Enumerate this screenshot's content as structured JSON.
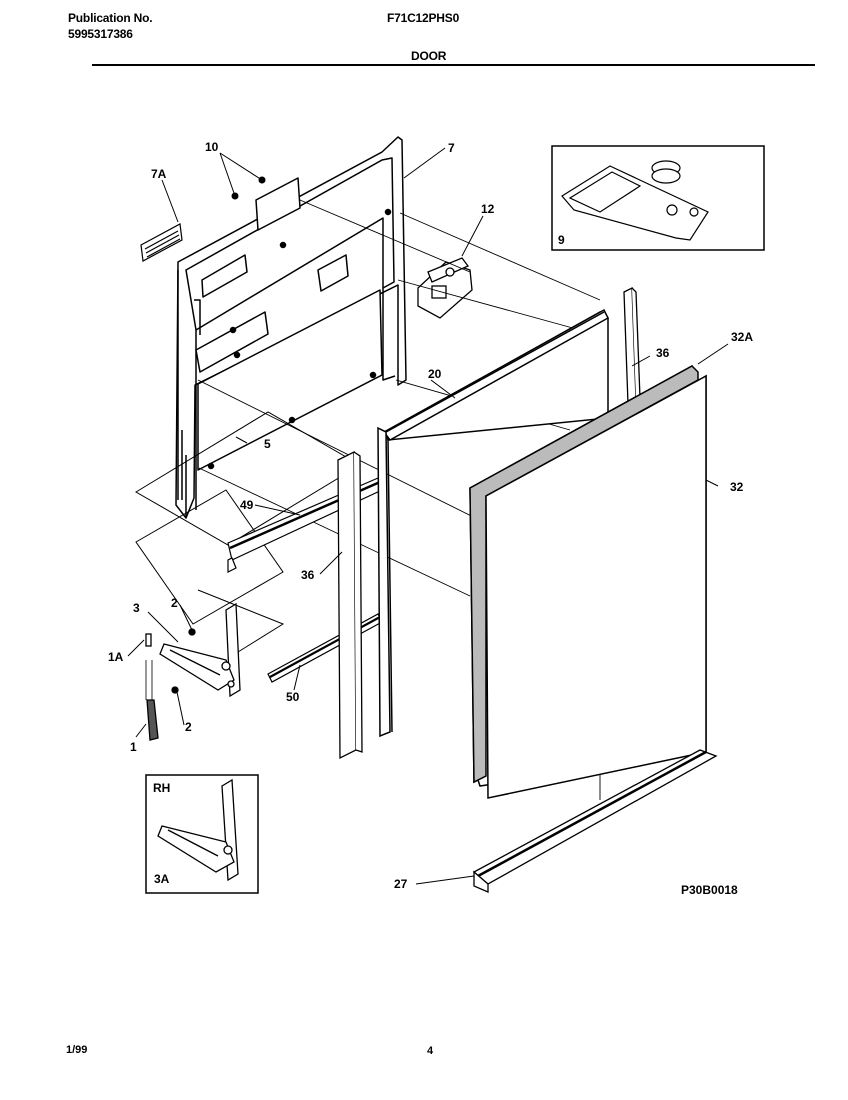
{
  "header": {
    "pub_label": "Publication No.",
    "pub_number": "5995317386",
    "model": "F71C12PHS0",
    "section": "DOOR"
  },
  "parts": {
    "p1": "1",
    "p1a": "1A",
    "p2a": "2",
    "p2b": "2",
    "p3": "3",
    "p5": "5",
    "p7": "7",
    "p7a": "7A",
    "p9": "9",
    "p10": "10",
    "p12": "12",
    "p20": "20",
    "p27": "27",
    "p32": "32",
    "p32a": "32A",
    "p36a": "36",
    "p36b": "36",
    "p49": "49",
    "p50": "50"
  },
  "inset_rh": {
    "side_label": "RH",
    "part_label": "3A"
  },
  "diagram_code": "P30B0018",
  "footer": {
    "date": "1/99",
    "page": "4"
  }
}
